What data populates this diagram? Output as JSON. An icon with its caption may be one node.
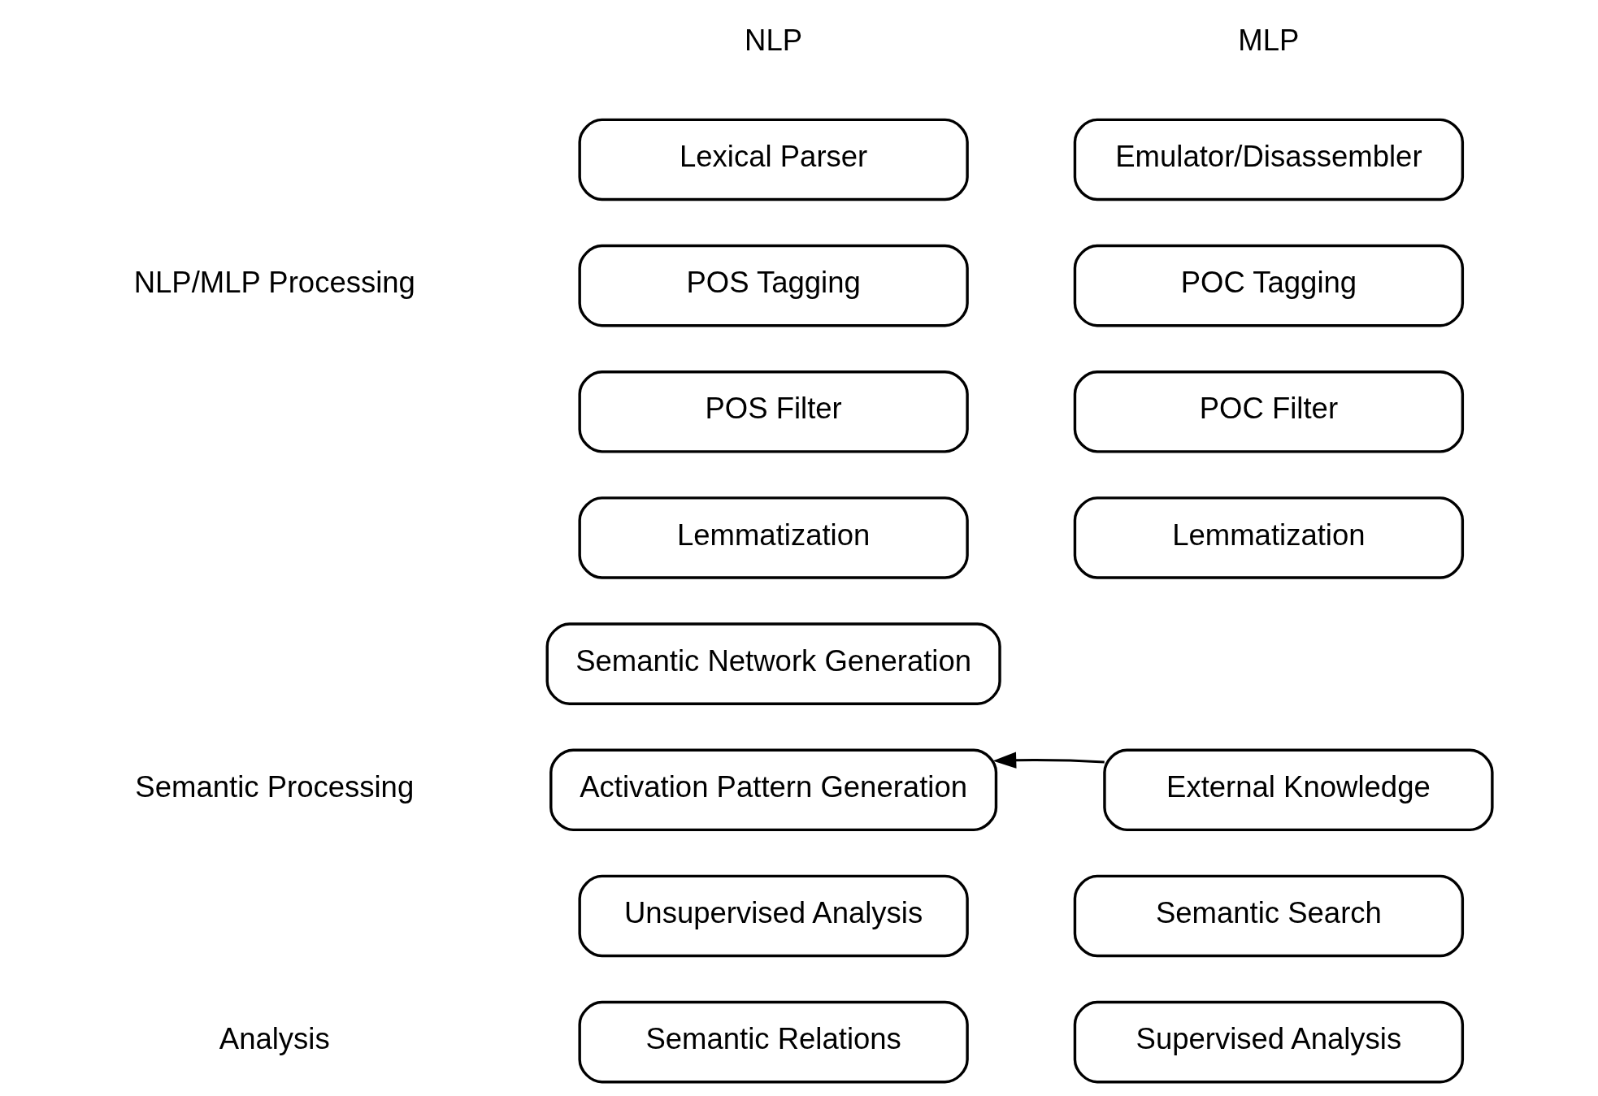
{
  "diagram": {
    "nodes": [
      {
        "text": [
          "Lexical Parser"
        ]
      },
      {
        "text": [
          "Emulator/Disassembler"
        ]
      },
      {
        "text": [
          "POS Tagging"
        ]
      },
      {
        "text": [
          "POC Tagging"
        ]
      },
      {
        "text": [
          "POS Filter"
        ]
      },
      {
        "text": [
          "POC Filter"
        ]
      },
      {
        "text": [
          "Lemmatization"
        ]
      },
      {
        "text": [
          "Lemmatization"
        ]
      },
      {
        "text": [
          "Semantic Network Generation"
        ]
      },
      {
        "text": [
          "Activation Pattern Generation"
        ]
      },
      {
        "text": [
          "External Knowledge"
        ]
      },
      {
        "text": [
          "Unsupervised Analysis"
        ]
      },
      {
        "text": [
          "Semantic Search"
        ]
      },
      {
        "text": [
          "Semantic Relations"
        ]
      },
      {
        "text": [
          "Supervised Analysis"
        ]
      }
    ],
    "edges": [
      {
        "from": 10,
        "to": 9,
        "arrow": "to"
      }
    ],
    "labels": [
      "NLP",
      "MLP",
      "NLP/MLP Processing",
      "Semantic Processing",
      "Analysis"
    ]
  }
}
